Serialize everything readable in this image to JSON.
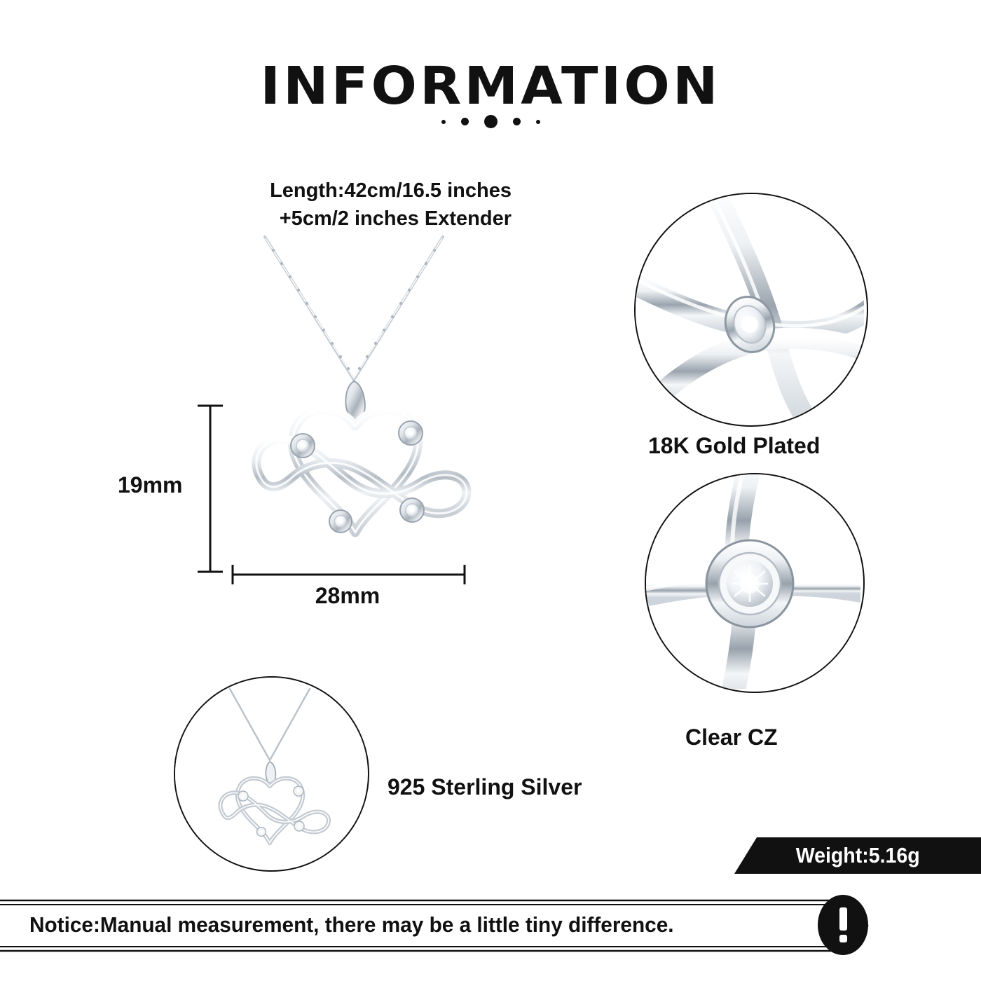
{
  "page": {
    "title": "INFORMATION",
    "background_color": "#ffffff",
    "text_color": "#111111",
    "accent_color": "#111111"
  },
  "title_dots": [
    {
      "size": "small"
    },
    {
      "size": "medium"
    },
    {
      "size": "large"
    },
    {
      "size": "medium"
    },
    {
      "size": "small"
    }
  ],
  "length": {
    "line1": "Length:42cm/16.5 inches",
    "line2": "+5cm/2 inches Extender"
  },
  "dimensions": {
    "height_label": "19mm",
    "width_label": "28mm"
  },
  "features": [
    {
      "id": "gold",
      "label": "18K Gold Plated",
      "image_name": "pendant-crossing-closeup"
    },
    {
      "id": "cz",
      "label": "Clear CZ",
      "image_name": "bezel-set-stone-closeup"
    },
    {
      "id": "silver",
      "label": "925 Sterling Silver",
      "image_name": "full-necklace-thumbnail"
    }
  ],
  "weight": {
    "label": "Weight:5.16g"
  },
  "notice": {
    "text": "Notice:Manual measurement, there may be a little tiny difference.",
    "icon": "exclamation-icon",
    "icon_glyph": "!"
  },
  "product": {
    "image_name": "infinity-heart-pendant-necklace",
    "metal_color": "#d9dee3",
    "stone_color": "#ffffff"
  }
}
